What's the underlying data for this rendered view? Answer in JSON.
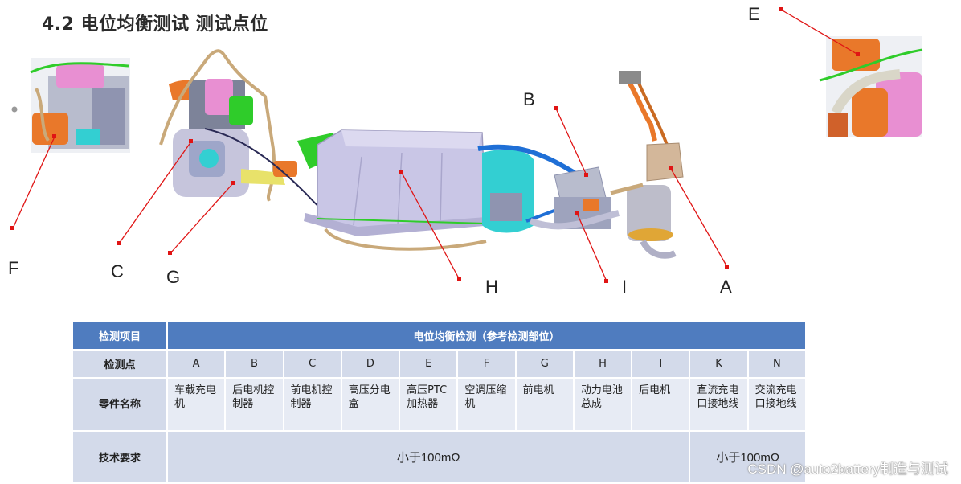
{
  "page": {
    "title": "4.2  电位均衡测试 测试点位"
  },
  "diagram": {
    "labels": [
      "A",
      "B",
      "C",
      "E",
      "F",
      "G",
      "H",
      "I"
    ],
    "colors": {
      "battery": "#c9c6e6",
      "cooling": "#33cfd2",
      "motor": "#b9b9cf",
      "orange": "#e9782a",
      "green": "#2fcc2a",
      "pink": "#e88fd2",
      "cable": "#c9a97a",
      "leader": "#e01414"
    }
  },
  "table": {
    "header_left": "检测项目",
    "header_right": "电位均衡检测（参考检测部位）",
    "row_labels": {
      "points": "检测点",
      "names": "零件名称",
      "requirement": "技术要求"
    },
    "points": [
      "A",
      "B",
      "C",
      "D",
      "E",
      "F",
      "G",
      "H",
      "I",
      "K",
      "N"
    ],
    "names": [
      "车载充电机",
      "后电机控制器",
      "前电机控制器",
      "高压分电盒",
      "高压PTC加热器",
      "空调压缩机",
      "前电机",
      "动力电池总成",
      "后电机",
      "直流充电口接地线",
      "交流充电口接地线"
    ],
    "requirement_main": "小于100mΩ",
    "requirement_right": "小于100mΩ"
  },
  "watermark": "CSDN @auto2battery制造与测试"
}
